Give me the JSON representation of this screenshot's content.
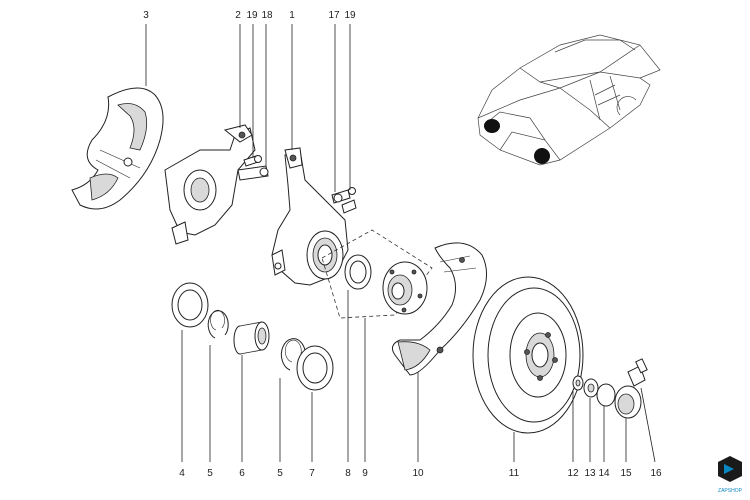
{
  "callouts": [
    {
      "id": "p3",
      "label": "3"
    },
    {
      "id": "p2",
      "label": "2"
    },
    {
      "id": "p19a",
      "label": "19"
    },
    {
      "id": "p18",
      "label": "18"
    },
    {
      "id": "p1",
      "label": "1"
    },
    {
      "id": "p17",
      "label": "17"
    },
    {
      "id": "p19b",
      "label": "19"
    },
    {
      "id": "p4",
      "label": "4"
    },
    {
      "id": "p5a",
      "label": "5"
    },
    {
      "id": "p6",
      "label": "6"
    },
    {
      "id": "p5b",
      "label": "5"
    },
    {
      "id": "p7",
      "label": "7"
    },
    {
      "id": "p8",
      "label": "8"
    },
    {
      "id": "p9",
      "label": "9"
    },
    {
      "id": "p10",
      "label": "10"
    },
    {
      "id": "p11",
      "label": "11"
    },
    {
      "id": "p12",
      "label": "12"
    },
    {
      "id": "p13",
      "label": "13"
    },
    {
      "id": "p14",
      "label": "14"
    },
    {
      "id": "p15",
      "label": "15"
    },
    {
      "id": "p16",
      "label": "16"
    }
  ],
  "brand": {
    "text": "ZAPSHOP"
  },
  "icons": {
    "logo": "zapshop-logo-icon",
    "locator": "car-locator-illustration"
  }
}
